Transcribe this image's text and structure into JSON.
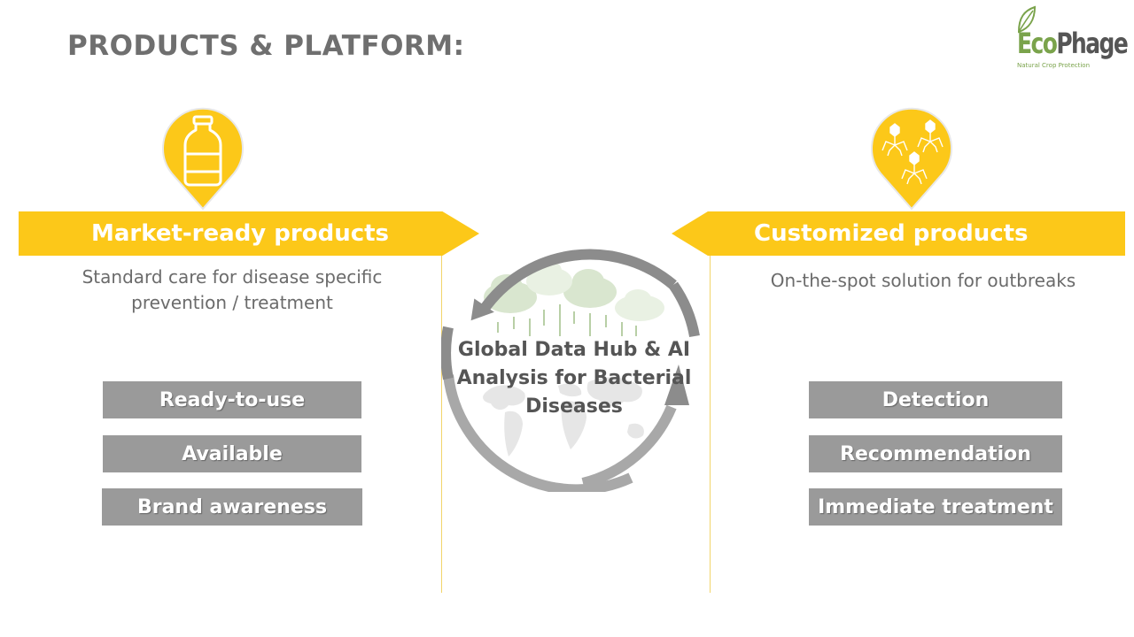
{
  "header": {
    "title": "PRODUCTS & PLATFORM:"
  },
  "logo": {
    "eco": "Eco",
    "phage": "Phage",
    "tagline": "Natural Crop Protection"
  },
  "left": {
    "heading": "Market-ready products",
    "description_line1": "Standard care for disease specific",
    "description_line2": "prevention / treatment",
    "icon": "bottle-icon",
    "items": [
      "Ready-to-use",
      "Available",
      "Brand awareness"
    ]
  },
  "right": {
    "heading": "Customized products",
    "description": "On-the-spot solution for outbreaks",
    "icon": "bacteriophage-icon",
    "items": [
      "Detection",
      "Recommendation",
      "Immediate treatment"
    ]
  },
  "center": {
    "line1": "Global Data Hub & AI",
    "line2": "Analysis for Bacterial",
    "line3": "Diseases",
    "icon": "cloud-world-map-cycle-icon"
  },
  "colors": {
    "accent": "#fcc819",
    "button": "#9a9a9a",
    "title": "#6f6f6f",
    "logo_green": "#7aa34b"
  }
}
